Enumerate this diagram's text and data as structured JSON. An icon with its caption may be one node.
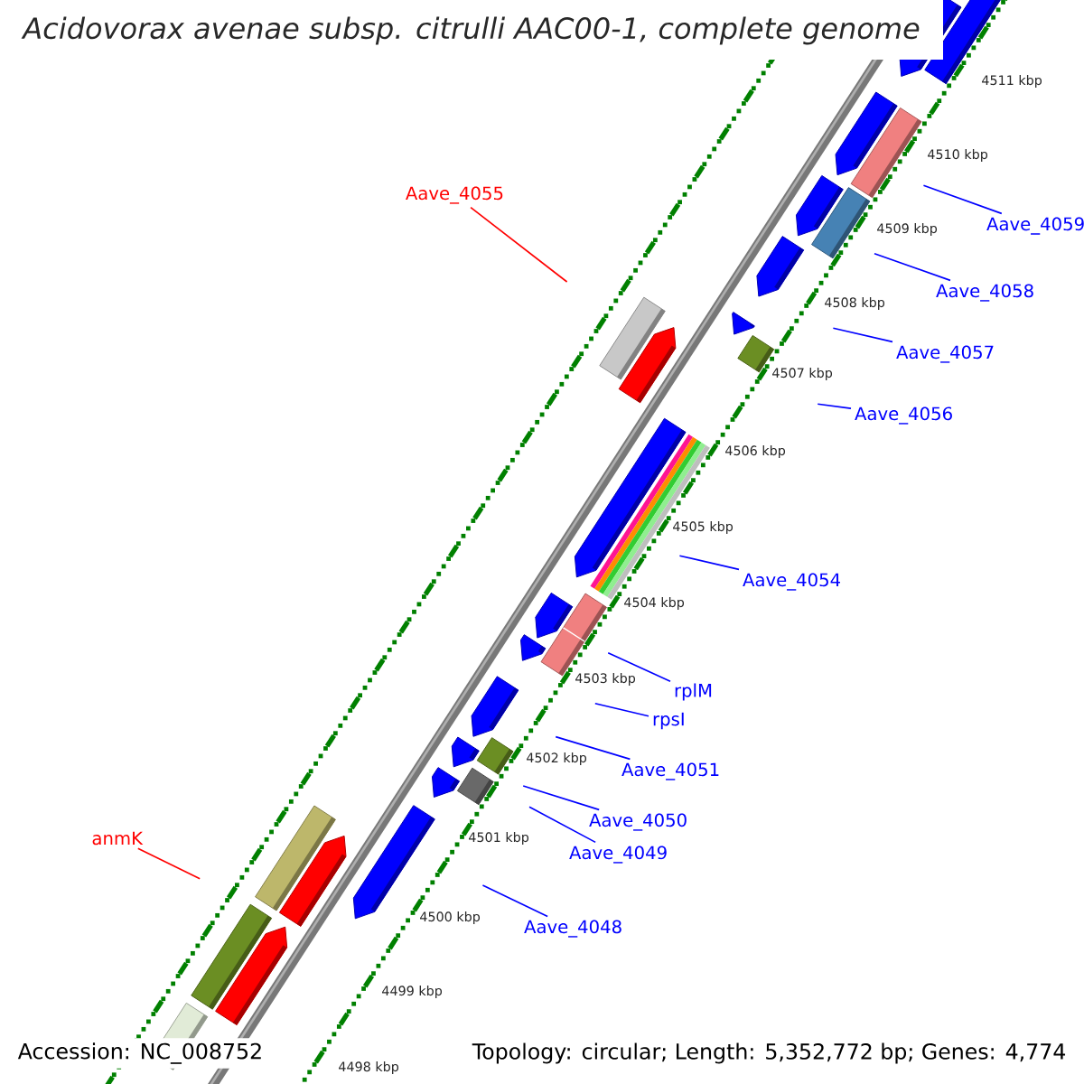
{
  "diagram": {
    "title": "Acidovorax avenae subsp. citrulli AAC00-1, complete genome",
    "nodes": [
      {
        "text": [
          "Aave_4055"
        ]
      },
      {
        "text": [
          "Aave_4059"
        ]
      },
      {
        "text": [
          "Aave_4058"
        ]
      },
      {
        "text": [
          "Aave_4057"
        ]
      },
      {
        "text": [
          "Aave_4056"
        ]
      },
      {
        "text": [
          "Aave_4054"
        ]
      },
      {
        "text": [
          "rplM"
        ]
      },
      {
        "text": [
          "rpsI"
        ]
      },
      {
        "text": [
          "Aave_4051"
        ]
      },
      {
        "text": [
          "Aave_4050"
        ]
      },
      {
        "text": [
          "anmK"
        ]
      },
      {
        "text": [
          "Aave_4049"
        ]
      },
      {
        "text": [
          "Aave_4048"
        ]
      }
    ],
    "edges": [
      {
        "from": 0,
        "to": null,
        "arrow": "none",
        "color": "#ff0000"
      },
      {
        "from": 1,
        "to": null,
        "arrow": "none"
      },
      {
        "from": 2,
        "to": null,
        "arrow": "none"
      },
      {
        "from": 3,
        "to": null,
        "arrow": "none"
      },
      {
        "from": 4,
        "to": null,
        "arrow": "none"
      },
      {
        "from": 5,
        "to": null,
        "arrow": "none"
      },
      {
        "from": 6,
        "to": null,
        "arrow": "none"
      },
      {
        "from": 7,
        "to": null,
        "arrow": "none"
      },
      {
        "from": 8,
        "to": null,
        "arrow": "none"
      },
      {
        "from": 9,
        "to": null,
        "arrow": "none"
      },
      {
        "from": 10,
        "to": null,
        "arrow": "none",
        "color": "#ff0000"
      },
      {
        "from": 11,
        "to": null,
        "arrow": "none"
      },
      {
        "from": 12,
        "to": null,
        "arrow": "none"
      }
    ],
    "labels": [
      "4511 kbp",
      "4510 kbp",
      "4509 kbp",
      "4508 kbp",
      "4507 kbp",
      "4506 kbp",
      "4505 kbp",
      "4504 kbp",
      "4503 kbp",
      "4502 kbp",
      "4501 kbp",
      "4500 kbp",
      "4499 kbp",
      "4498 kbp",
      "Accession: NC_008752",
      "Topology: circular; Length: 5,352,772 bp; Genes: 4,774"
    ]
  }
}
